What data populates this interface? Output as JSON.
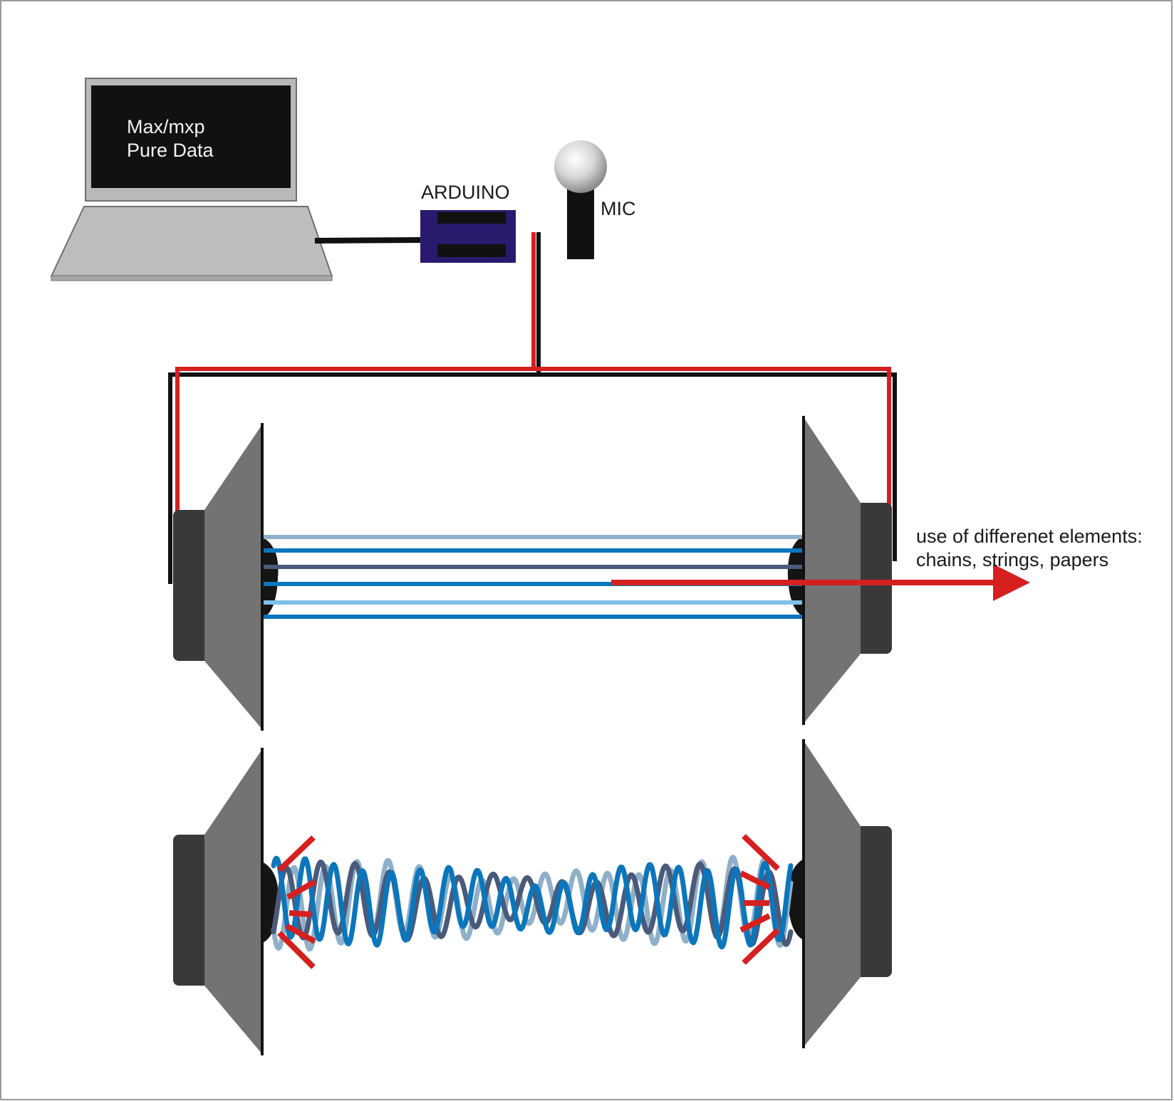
{
  "computer": {
    "screen_line1": "Max/mxp",
    "screen_line2": "Pure Data"
  },
  "arduino": {
    "label": "ARDUINO"
  },
  "mic": {
    "label": "MIC"
  },
  "note": {
    "line1": "use of differenet elements:",
    "line2": "chains, strings, papers"
  },
  "colors": {
    "wire_red": "#d62020",
    "wire_black": "#111111",
    "arduino_blue": "#2a1a6e",
    "speaker_cone": "#737373",
    "speaker_body": "#3a3838",
    "string_pale": "#8fb0c8",
    "string_blue": "#0b76bb",
    "string_navy": "#4a5a7a",
    "string_light": "#7ec0e8"
  }
}
